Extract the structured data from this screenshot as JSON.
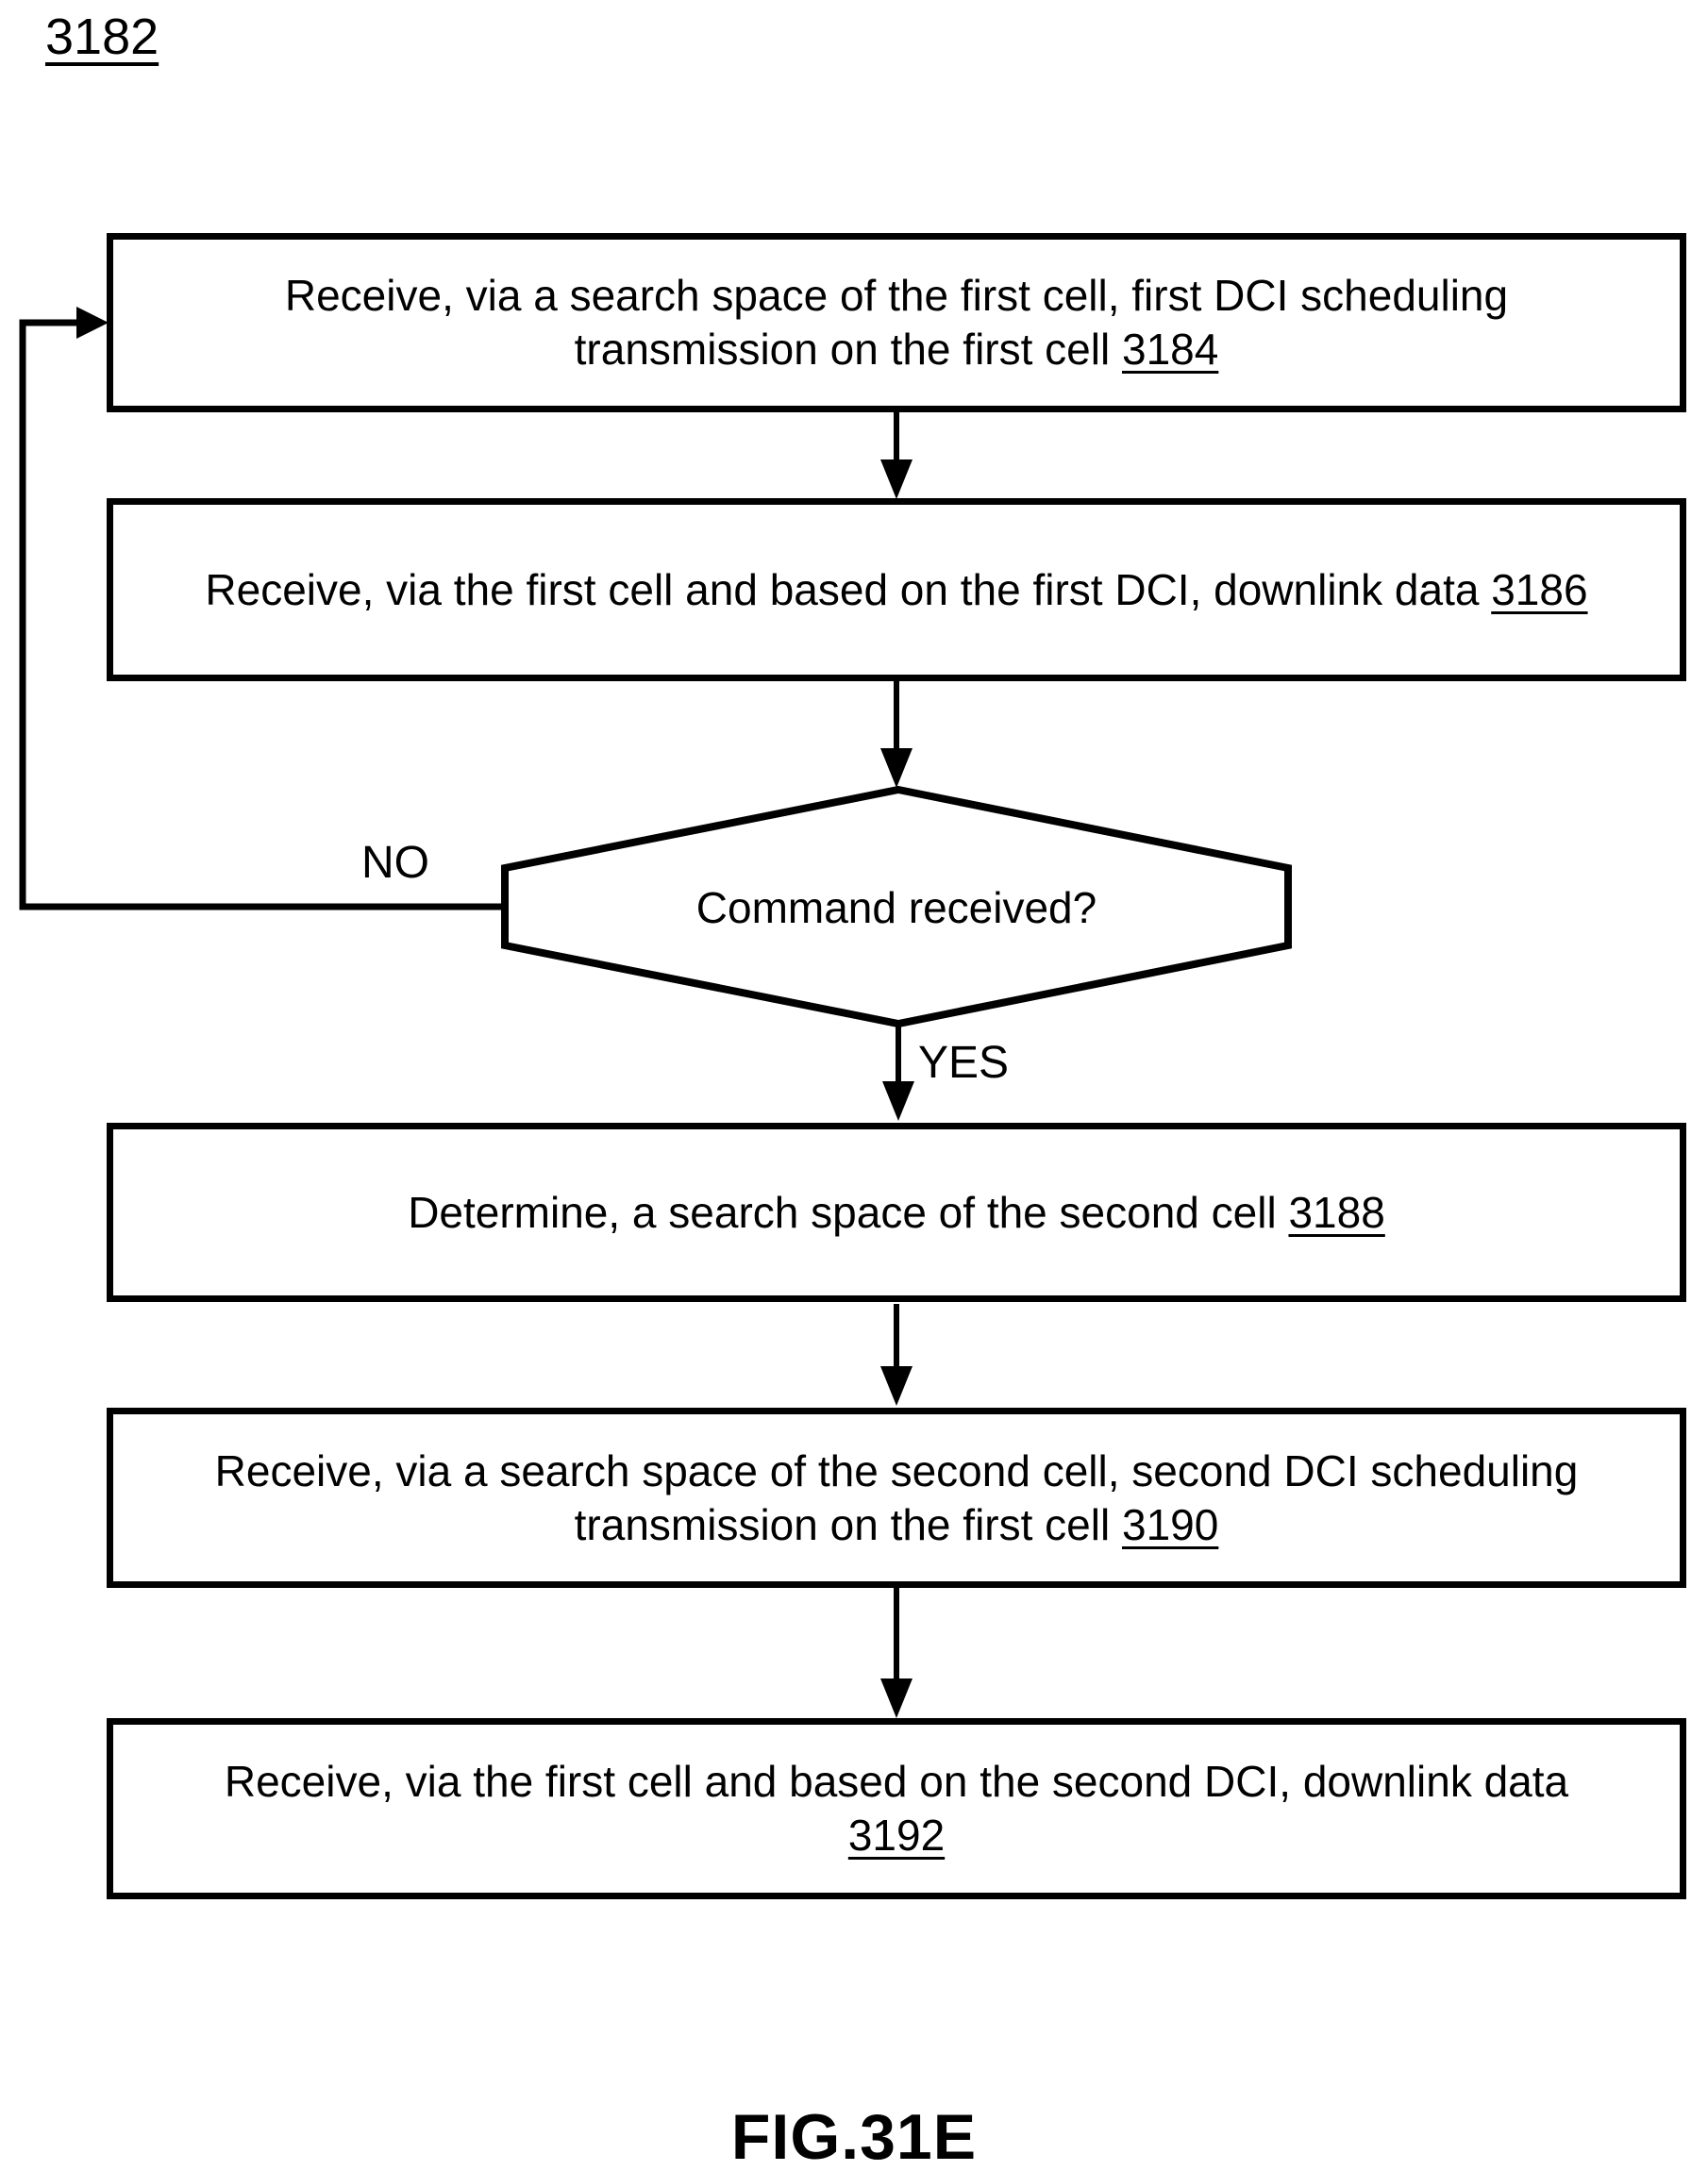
{
  "figure": {
    "diagram_label": "3182",
    "caption": "FIG.31E"
  },
  "flowchart": {
    "boxes": [
      {
        "line1": "Receive, via a search space of the first cell, first DCI scheduling",
        "line2": "transmission on the first cell",
        "ref": "3184"
      },
      {
        "line1": "Receive, via the first cell and based on the first DCI, downlink data",
        "ref": "3186"
      },
      {
        "line1": "Determine, a search space of the second cell",
        "ref": "3188"
      },
      {
        "line1": "Receive, via a search space of the second cell, second DCI scheduling",
        "line2": "transmission on the first cell",
        "ref": "3190"
      },
      {
        "line1": "Receive, via the first cell and based on the second DCI, downlink data",
        "ref": "3192"
      }
    ],
    "decision": {
      "label": "Command received?",
      "no_label": "NO",
      "yes_label": "YES"
    }
  },
  "colors": {
    "ink": "#000000",
    "background": "#ffffff"
  }
}
